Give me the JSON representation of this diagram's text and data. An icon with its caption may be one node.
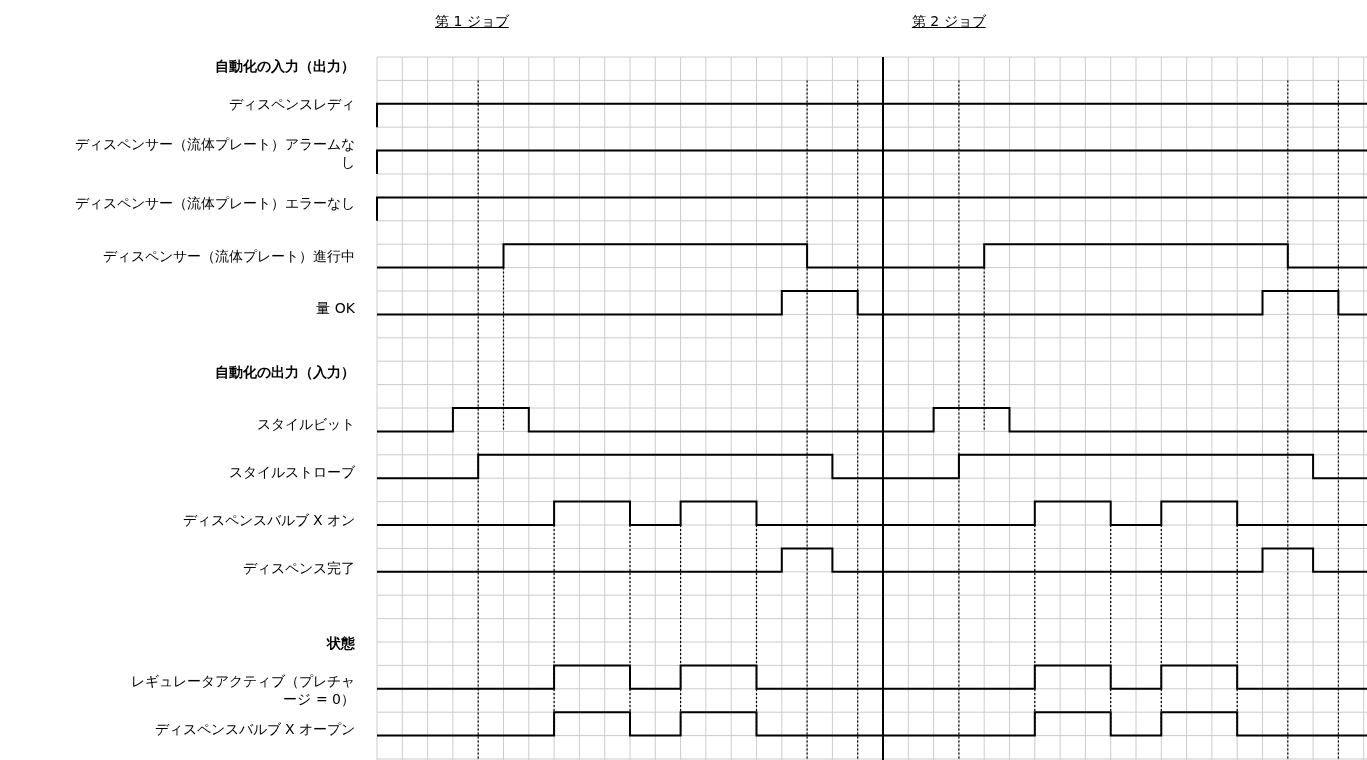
{
  "diagram": {
    "labels": [
      "第 1 ジョブ",
      "第 2 ジョブ",
      "自動化の入力（出力）",
      "ディスペンスレディ",
      "ディスペンサー（流体プレート）アラームなし",
      "ディスペンサー（流体プレート）エラーなし",
      "ディスペンサー（流体プレート）進行中",
      "量 OK",
      "自動化の出力（入力）",
      "スタイルビット",
      "スタイルストローブ",
      "ディスペンスバルブ X オン",
      "ディスペンス完了",
      "状態",
      "レギュレータアクティブ（プレチャージ = 0）",
      "ディスペンスバルブ X オープン"
    ]
  }
}
